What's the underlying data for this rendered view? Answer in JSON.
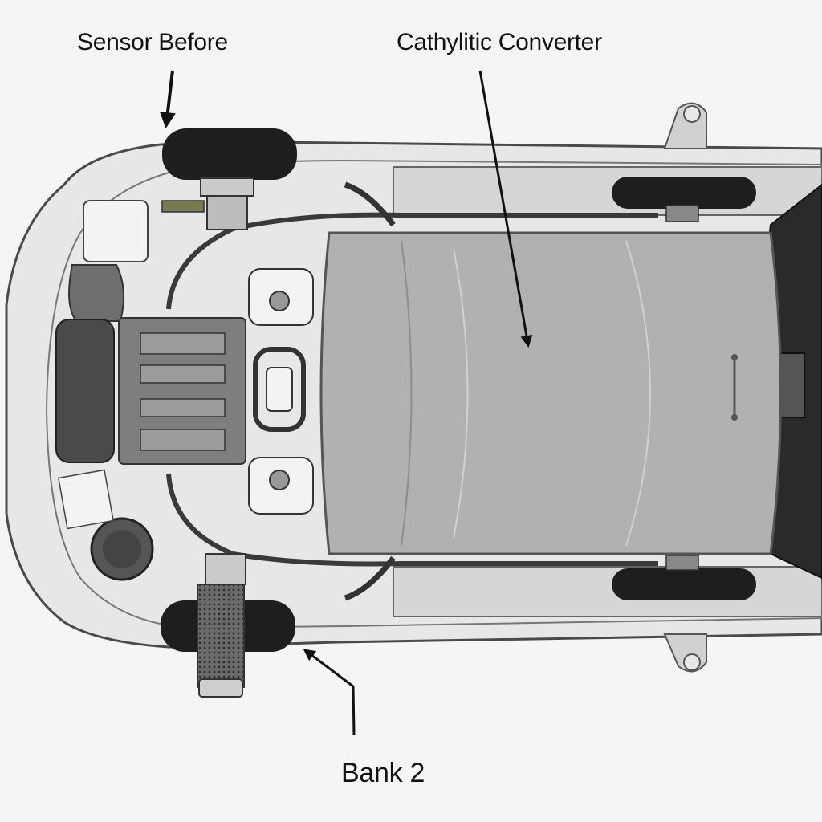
{
  "labels": {
    "sensor_before": "Sensor Before",
    "catalytic_converter": "Cathylitic Converter",
    "bank": "Bank 2"
  },
  "colors": {
    "background": "#f5f5f6",
    "body_fill": "#e6e7e9",
    "outline": "#4a4a4a",
    "tire": "#1e1e1e",
    "converter_fill": "#a9aaac",
    "rear_panel": "#2a2a2a",
    "arrow": "#111111"
  },
  "icons": {
    "arrow": "arrow-icon"
  }
}
